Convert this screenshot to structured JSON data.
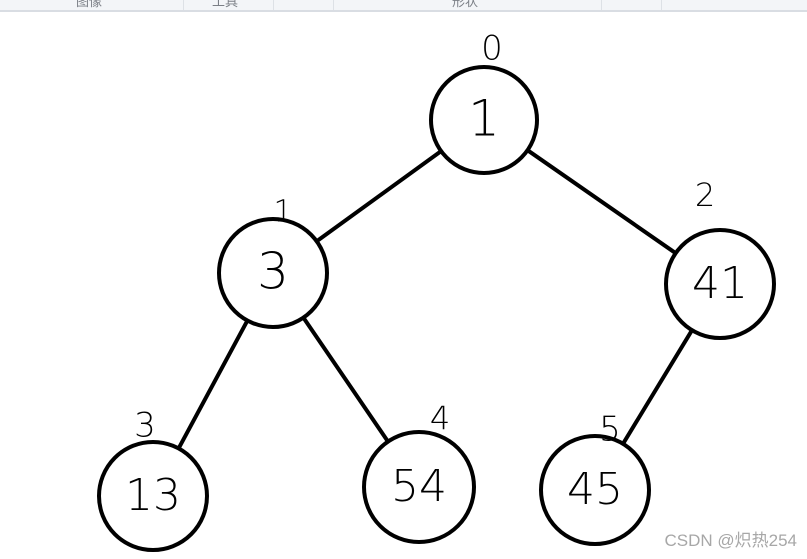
{
  "toolbar": {
    "groups": [
      "图像",
      "工具",
      "形状"
    ]
  },
  "tree": {
    "nodes": [
      {
        "index": "0",
        "value": "1"
      },
      {
        "index": "1",
        "value": "3"
      },
      {
        "index": "2",
        "value": "41"
      },
      {
        "index": "3",
        "value": "13"
      },
      {
        "index": "4",
        "value": "54"
      },
      {
        "index": "5",
        "value": "45"
      }
    ],
    "edges": [
      [
        0,
        1
      ],
      [
        0,
        2
      ],
      [
        1,
        3
      ],
      [
        1,
        4
      ],
      [
        2,
        5
      ]
    ]
  },
  "watermark": "CSDN @炽热254"
}
